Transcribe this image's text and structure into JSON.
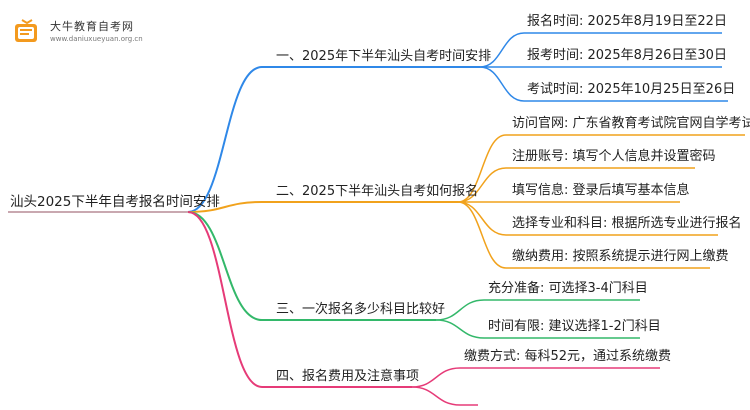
{
  "logo": {
    "title": "大牛教育自考网",
    "url": "www.daniuxueyuan.org.cn"
  },
  "colors": {
    "root_line": "#c9a8b0",
    "branch_1": "#2f88e8",
    "branch_2": "#f1a21c",
    "branch_3": "#33b86a",
    "branch_4": "#e63b78"
  },
  "mindmap": {
    "root": "汕头2025下半年自考报名时间安排",
    "branches": [
      {
        "label": "一、2025年下半年汕头自考时间安排",
        "color": "#2f88e8",
        "children": [
          "报名时间: 2025年8月19日至22日",
          "报考时间: 2025年8月26日至30日",
          "考试时间: 2025年10月25日至26日"
        ]
      },
      {
        "label": "二、2025下半年汕头自考如何报名",
        "color": "#f1a21c",
        "children": [
          "访问官网: 广东省教育考试院官网自学考试栏目",
          "注册账号: 填写个人信息并设置密码",
          "填写信息: 登录后填写基本信息",
          "选择专业和科目: 根据所选专业进行报名",
          "缴纳费用: 按照系统提示进行网上缴费"
        ]
      },
      {
        "label": "三、一次报名多少科目比较好",
        "color": "#33b86a",
        "children": [
          "充分准备: 可选择3-4门科目",
          "时间有限: 建议选择1-2门科目"
        ]
      },
      {
        "label": "四、报名费用及注意事项",
        "color": "#e63b78",
        "children": [
          "缴费方式: 每科52元，通过系统缴费",
          ""
        ]
      }
    ]
  }
}
